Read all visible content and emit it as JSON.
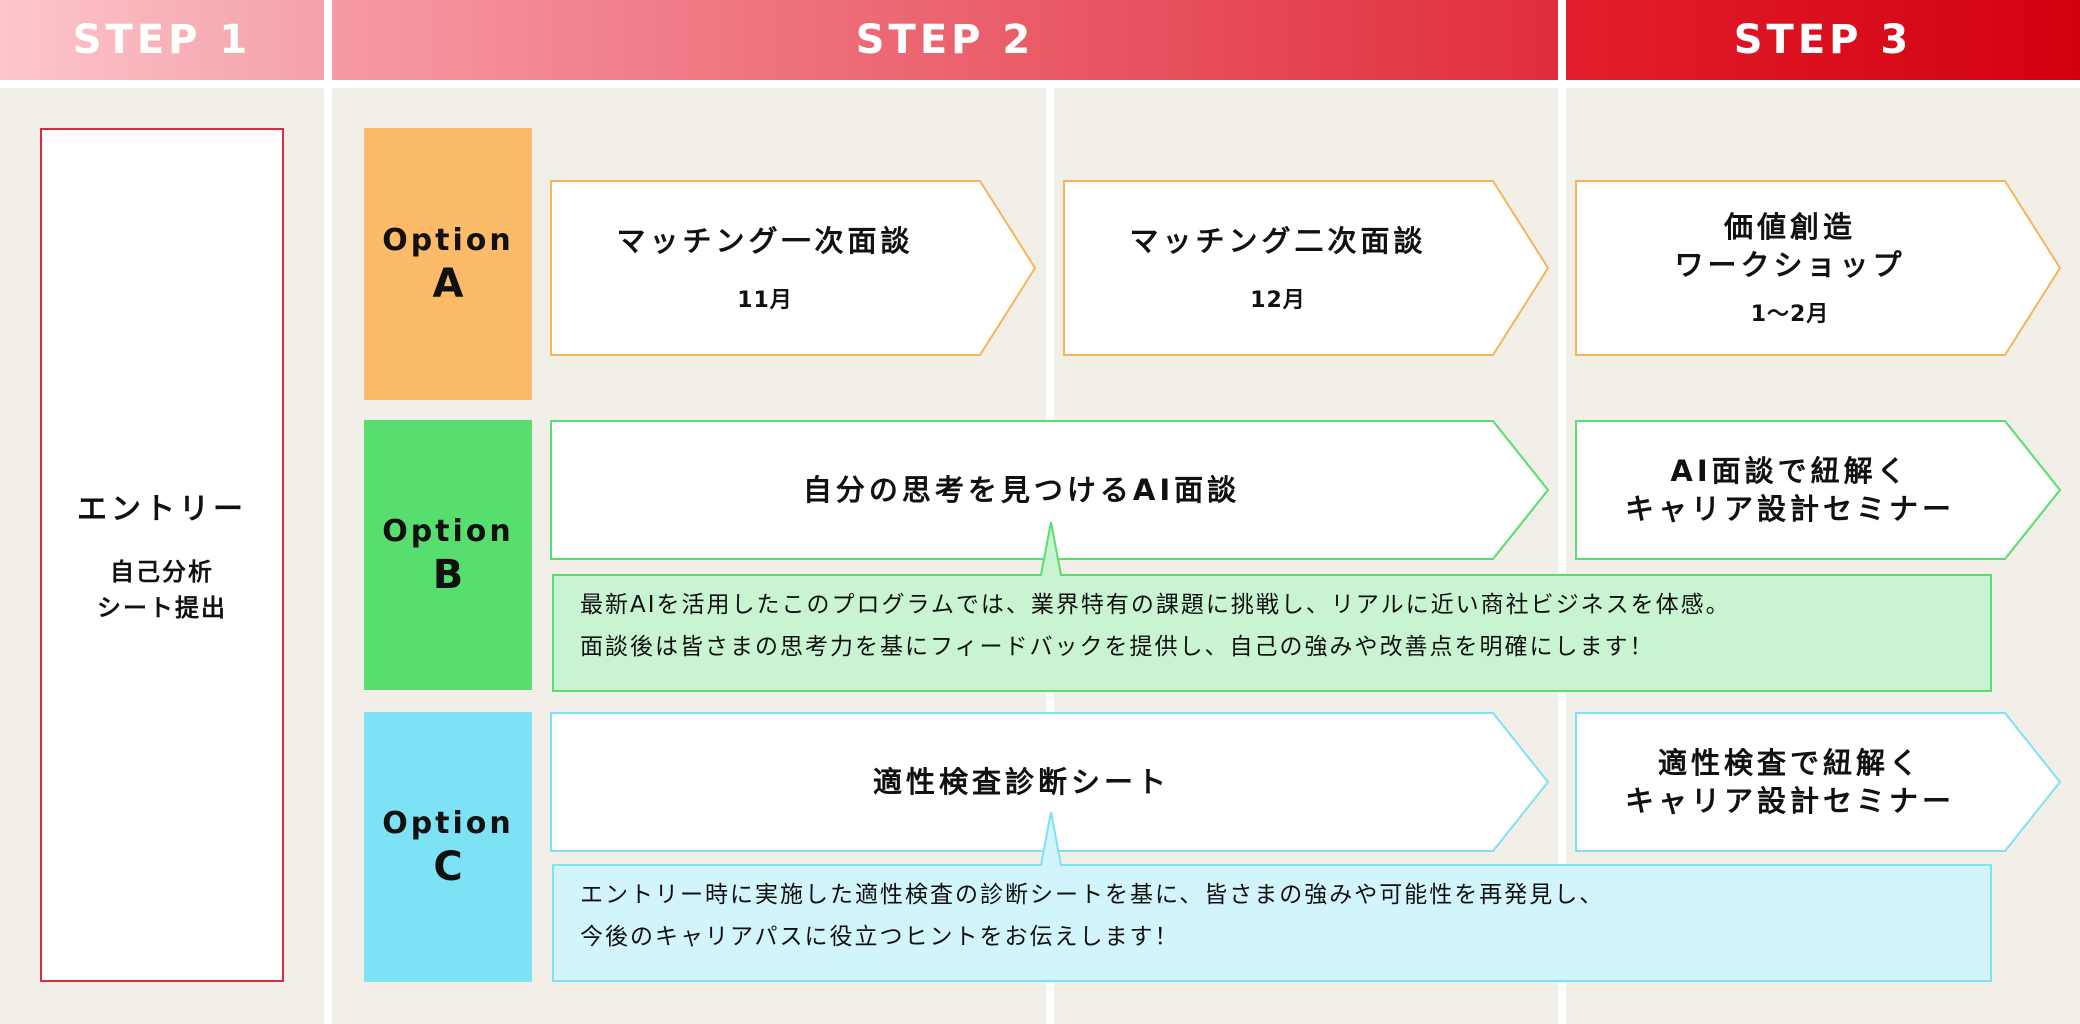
{
  "steps": [
    "STEP 1",
    "STEP 2",
    "STEP 3"
  ],
  "entry": {
    "title": "エントリー",
    "sub1": "自己分析",
    "sub2": "シート提出"
  },
  "options": [
    {
      "word": "Option",
      "letter": "A"
    },
    {
      "word": "Option",
      "letter": "B"
    },
    {
      "word": "Option",
      "letter": "C"
    }
  ],
  "optionA": {
    "first": {
      "title": "マッチング一次面談",
      "month": "11月"
    },
    "second": {
      "title": "マッチング二次面談",
      "month": "12月"
    },
    "third": {
      "title1": "価値創造",
      "title2": "ワークショップ",
      "month": "1〜2月"
    }
  },
  "optionB": {
    "main": "自分の思考を見つけるAI面談",
    "seminar1": "AI面談で紐解く",
    "seminar2": "キャリア設計セミナー",
    "note1": "最新AIを活用したこのプログラムでは、業界特有の課題に挑戦し、リアルに近い商社ビジネスを体感。",
    "note2": "面談後は皆さまの思考力を基にフィードバックを提供し、自己の強みや改善点を明確にします！"
  },
  "optionC": {
    "main": "適性検査診断シート",
    "seminar1": "適性検査で紐解く",
    "seminar2": "キャリア設計セミナー",
    "note1": "エントリー時に実施した適性検査の診断シートを基に、皆さまの強みや可能性を再発見し、",
    "note2": "今後のキャリアパスに役立つヒントをお伝えします！"
  },
  "colors": {
    "orange": "#fcbb68",
    "green": "#57de6e",
    "cyan": "#7ee2f5",
    "green_light": "#c9f4d1",
    "cyan_light": "#d2f4fb",
    "red": "#d32f3d",
    "panel": "#f2efe9"
  }
}
